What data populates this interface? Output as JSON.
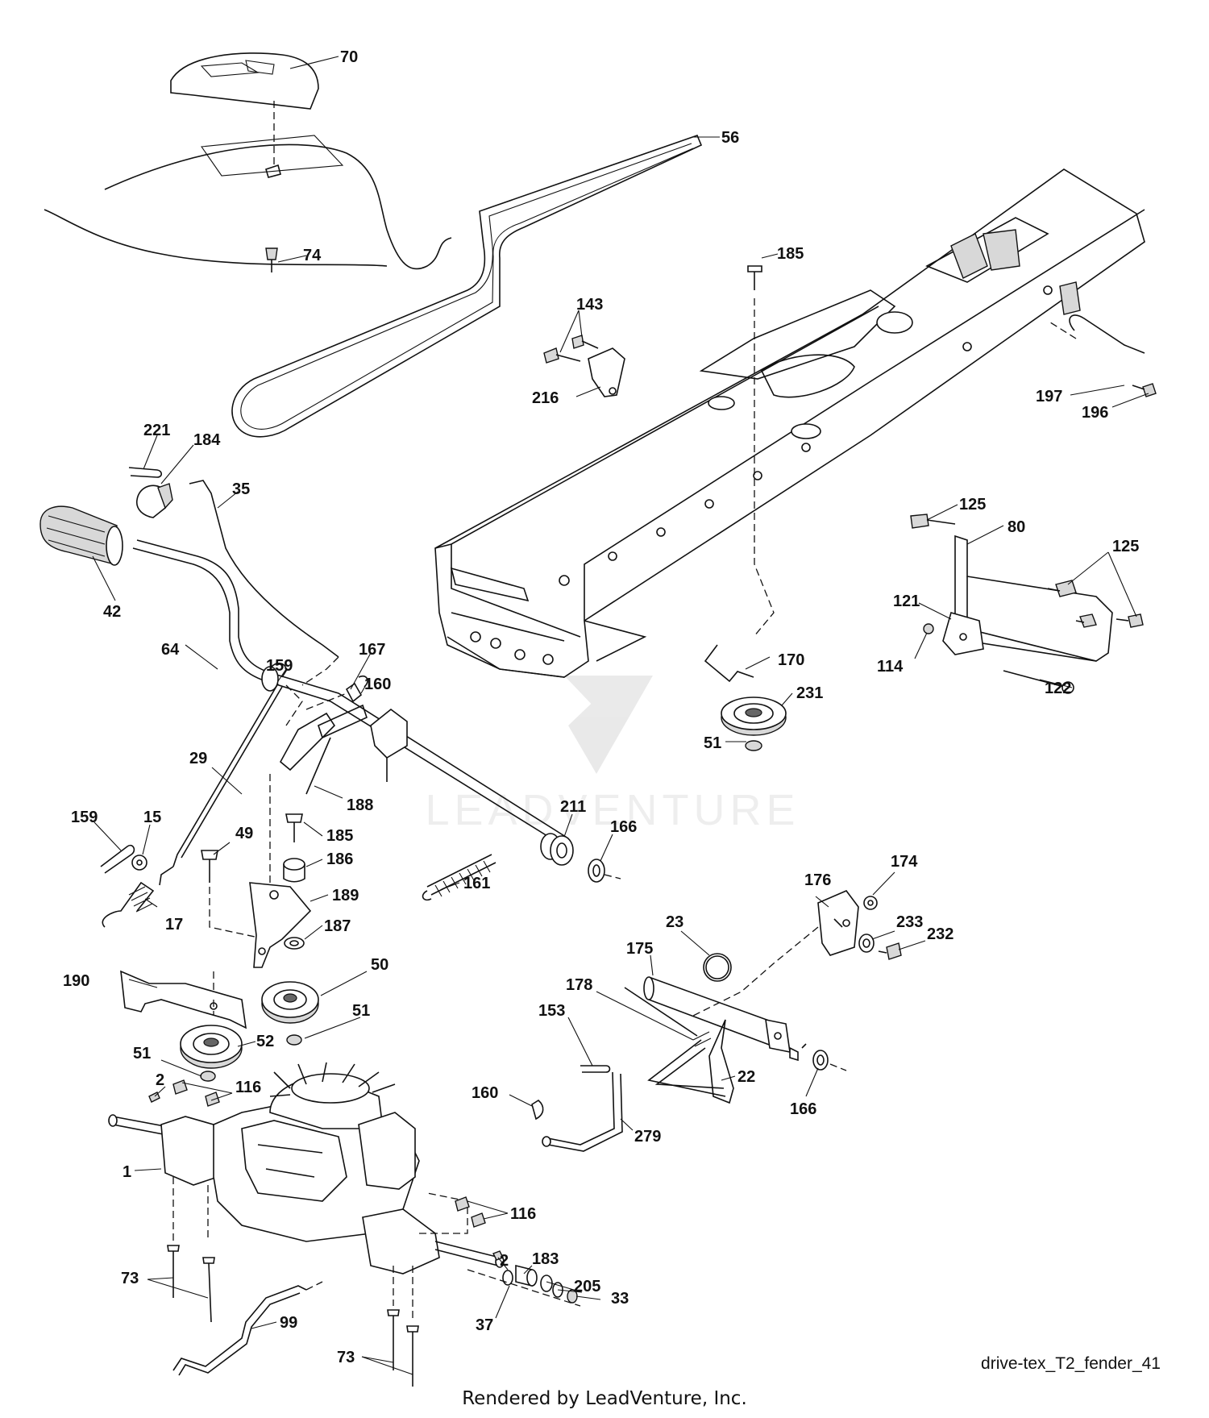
{
  "diagram": {
    "drawing_code": "drive-tex_T2_fender_41",
    "footer": "Rendered by LeadVenture, Inc.",
    "watermark": "LEADVENTURE",
    "callouts": [
      {
        "id": "70",
        "text": "70"
      },
      {
        "id": "56",
        "text": "56"
      },
      {
        "id": "74",
        "text": "74"
      },
      {
        "id": "185a",
        "text": "185"
      },
      {
        "id": "143",
        "text": "143"
      },
      {
        "id": "216",
        "text": "216"
      },
      {
        "id": "197",
        "text": "197"
      },
      {
        "id": "196",
        "text": "196"
      },
      {
        "id": "221",
        "text": "221"
      },
      {
        "id": "184",
        "text": "184"
      },
      {
        "id": "35",
        "text": "35"
      },
      {
        "id": "42",
        "text": "42"
      },
      {
        "id": "125a",
        "text": "125"
      },
      {
        "id": "80",
        "text": "80"
      },
      {
        "id": "125b",
        "text": "125"
      },
      {
        "id": "121",
        "text": "121"
      },
      {
        "id": "114",
        "text": "114"
      },
      {
        "id": "122",
        "text": "122"
      },
      {
        "id": "64",
        "text": "64"
      },
      {
        "id": "159a",
        "text": "159"
      },
      {
        "id": "167",
        "text": "167"
      },
      {
        "id": "160a",
        "text": "160"
      },
      {
        "id": "170",
        "text": "170"
      },
      {
        "id": "231",
        "text": "231"
      },
      {
        "id": "51a",
        "text": "51"
      },
      {
        "id": "29",
        "text": "29"
      },
      {
        "id": "188",
        "text": "188"
      },
      {
        "id": "159b",
        "text": "159"
      },
      {
        "id": "15",
        "text": "15"
      },
      {
        "id": "49",
        "text": "49"
      },
      {
        "id": "185b",
        "text": "185"
      },
      {
        "id": "211",
        "text": "211"
      },
      {
        "id": "166a",
        "text": "166"
      },
      {
        "id": "186",
        "text": "186"
      },
      {
        "id": "161",
        "text": "161"
      },
      {
        "id": "189",
        "text": "189"
      },
      {
        "id": "17",
        "text": "17"
      },
      {
        "id": "187",
        "text": "187"
      },
      {
        "id": "176",
        "text": "176"
      },
      {
        "id": "174",
        "text": "174"
      },
      {
        "id": "23",
        "text": "23"
      },
      {
        "id": "233",
        "text": "233"
      },
      {
        "id": "232",
        "text": "232"
      },
      {
        "id": "175",
        "text": "175"
      },
      {
        "id": "50",
        "text": "50"
      },
      {
        "id": "190",
        "text": "190"
      },
      {
        "id": "178",
        "text": "178"
      },
      {
        "id": "51b",
        "text": "51"
      },
      {
        "id": "153",
        "text": "153"
      },
      {
        "id": "52",
        "text": "52"
      },
      {
        "id": "51c",
        "text": "51"
      },
      {
        "id": "22",
        "text": "22"
      },
      {
        "id": "166b",
        "text": "166"
      },
      {
        "id": "2a",
        "text": "2"
      },
      {
        "id": "116a",
        "text": "116"
      },
      {
        "id": "160b",
        "text": "160"
      },
      {
        "id": "279",
        "text": "279"
      },
      {
        "id": "1",
        "text": "1"
      },
      {
        "id": "116b",
        "text": "116"
      },
      {
        "id": "73a",
        "text": "73"
      },
      {
        "id": "2b",
        "text": "2"
      },
      {
        "id": "183",
        "text": "183"
      },
      {
        "id": "99",
        "text": "99"
      },
      {
        "id": "205",
        "text": "205"
      },
      {
        "id": "33",
        "text": "33"
      },
      {
        "id": "37",
        "text": "37"
      },
      {
        "id": "73b",
        "text": "73"
      }
    ]
  }
}
